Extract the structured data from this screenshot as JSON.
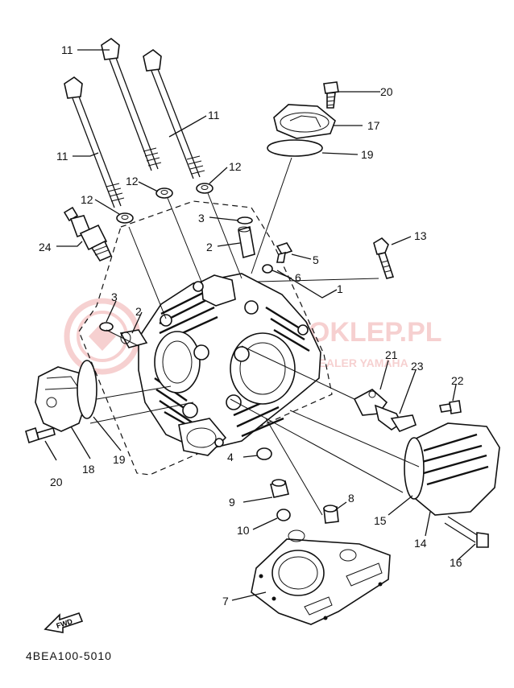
{
  "callouts": {
    "c1": "1",
    "c2a": "2",
    "c2b": "2",
    "c3a": "3",
    "c3b": "3",
    "c4": "4",
    "c5": "5",
    "c6": "6",
    "c7": "7",
    "c8": "8",
    "c9": "9",
    "c10": "10",
    "c11a": "11",
    "c11b": "11",
    "c11c": "11",
    "c12a": "12",
    "c12b": "12",
    "c12c": "12",
    "c13": "13",
    "c14": "14",
    "c15": "15",
    "c16": "16",
    "c17": "17",
    "c18": "18",
    "c19a": "19",
    "c19b": "19",
    "c20a": "20",
    "c20b": "20",
    "c21": "21",
    "c22": "22",
    "c23": "23",
    "c24": "24"
  },
  "fwd_label": "FWD",
  "part_code": "4BEA100-5010",
  "watermark": {
    "brand": "MOTOKLEP.PL",
    "subtitle": "AUTORYZOWANY DEALER YAMAHA",
    "color": "#e05a5a"
  }
}
